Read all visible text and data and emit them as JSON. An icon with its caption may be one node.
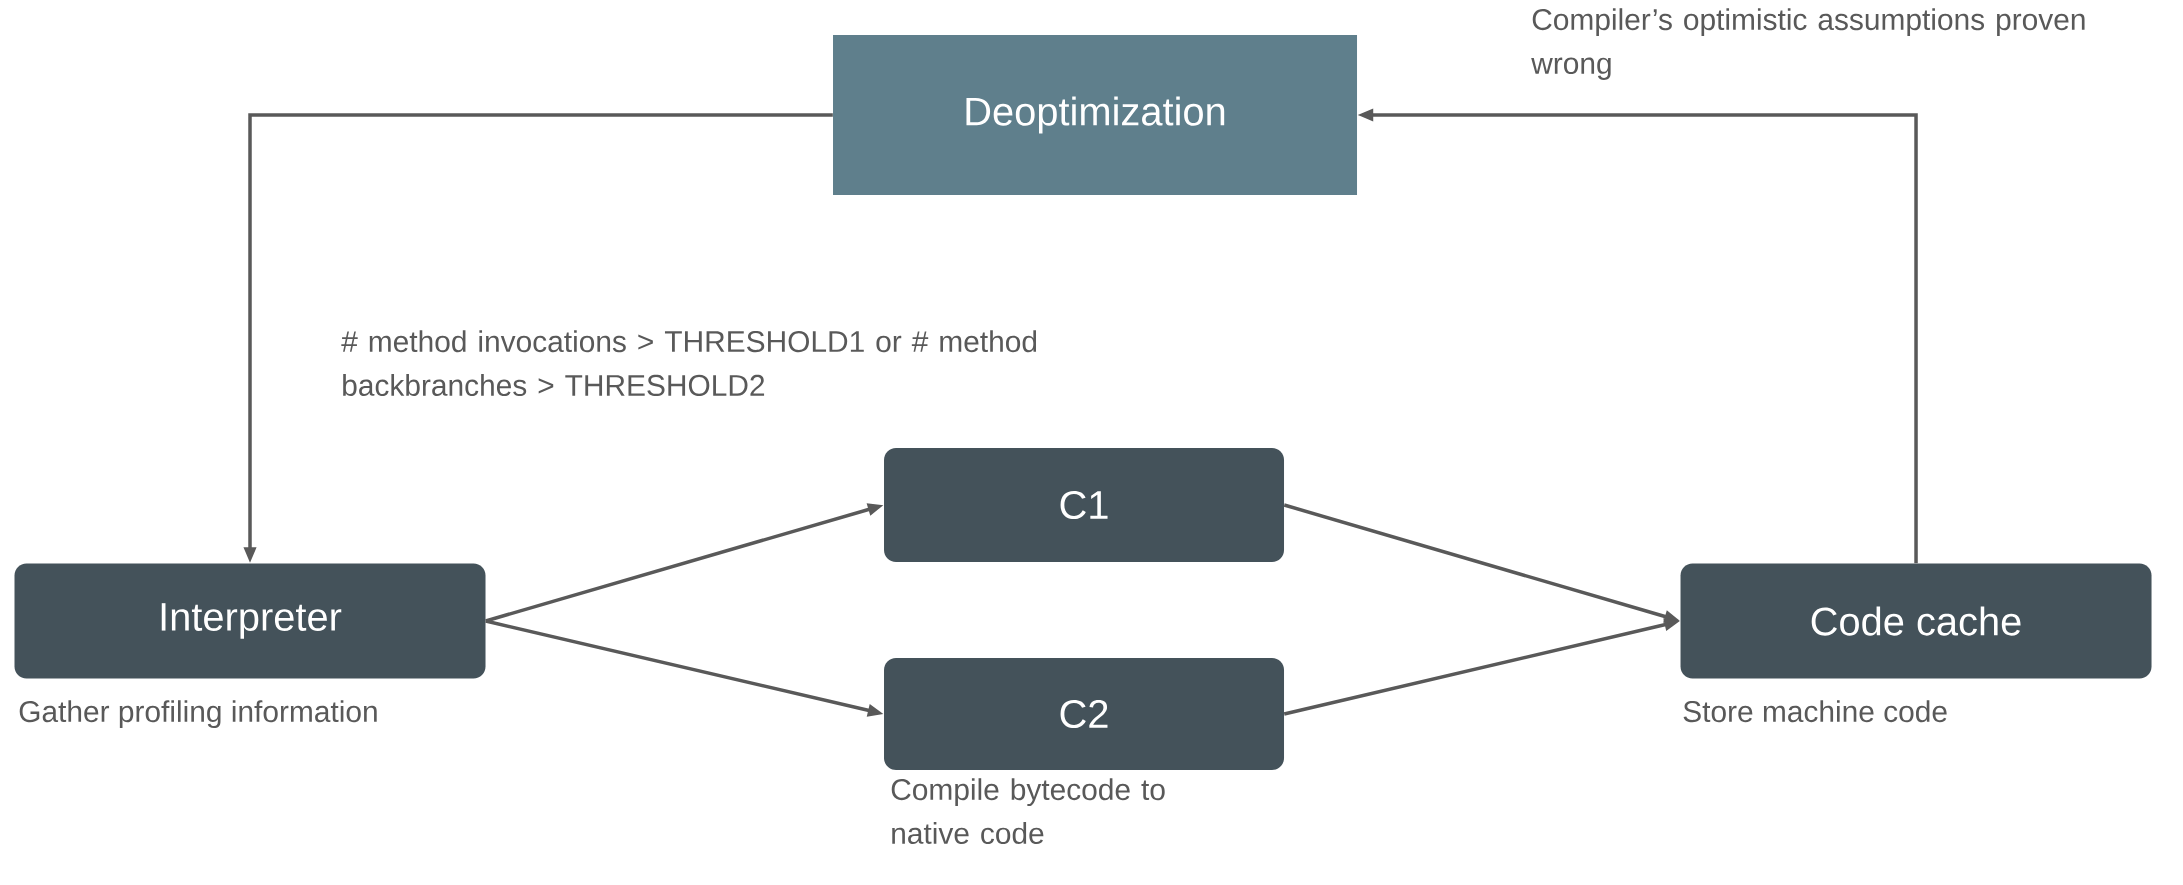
{
  "diagram": {
    "nodes": [
      {
        "text": [
          "Deoptimization"
        ]
      },
      {
        "text": [
          "Interpreter"
        ],
        "beside": [
          "Gather profiling information"
        ]
      },
      {
        "text": [
          "C1"
        ]
      },
      {
        "text": [
          "C2"
        ],
        "beside": [
          "Compile bytecode to native code"
        ]
      },
      {
        "text": [
          "Code cache"
        ],
        "beside": [
          "Store machine code"
        ]
      }
    ],
    "edges": [
      {
        "from": 0,
        "to": 1,
        "arrow": "to"
      },
      {
        "from": 1,
        "to": 2,
        "arrow": "to"
      },
      {
        "from": 1,
        "to": 3,
        "arrow": "to"
      },
      {
        "from": 2,
        "to": 4,
        "arrow": "to"
      },
      {
        "from": 3,
        "to": 4,
        "arrow": "to"
      },
      {
        "from": 4,
        "to": 0,
        "arrow": "to"
      }
    ],
    "labels": [
      "Compiler’s optimistic assumptions proven wrong",
      "# method invocations > THRESHOLD1 or # method backbranches > THRESHOLD2"
    ]
  }
}
